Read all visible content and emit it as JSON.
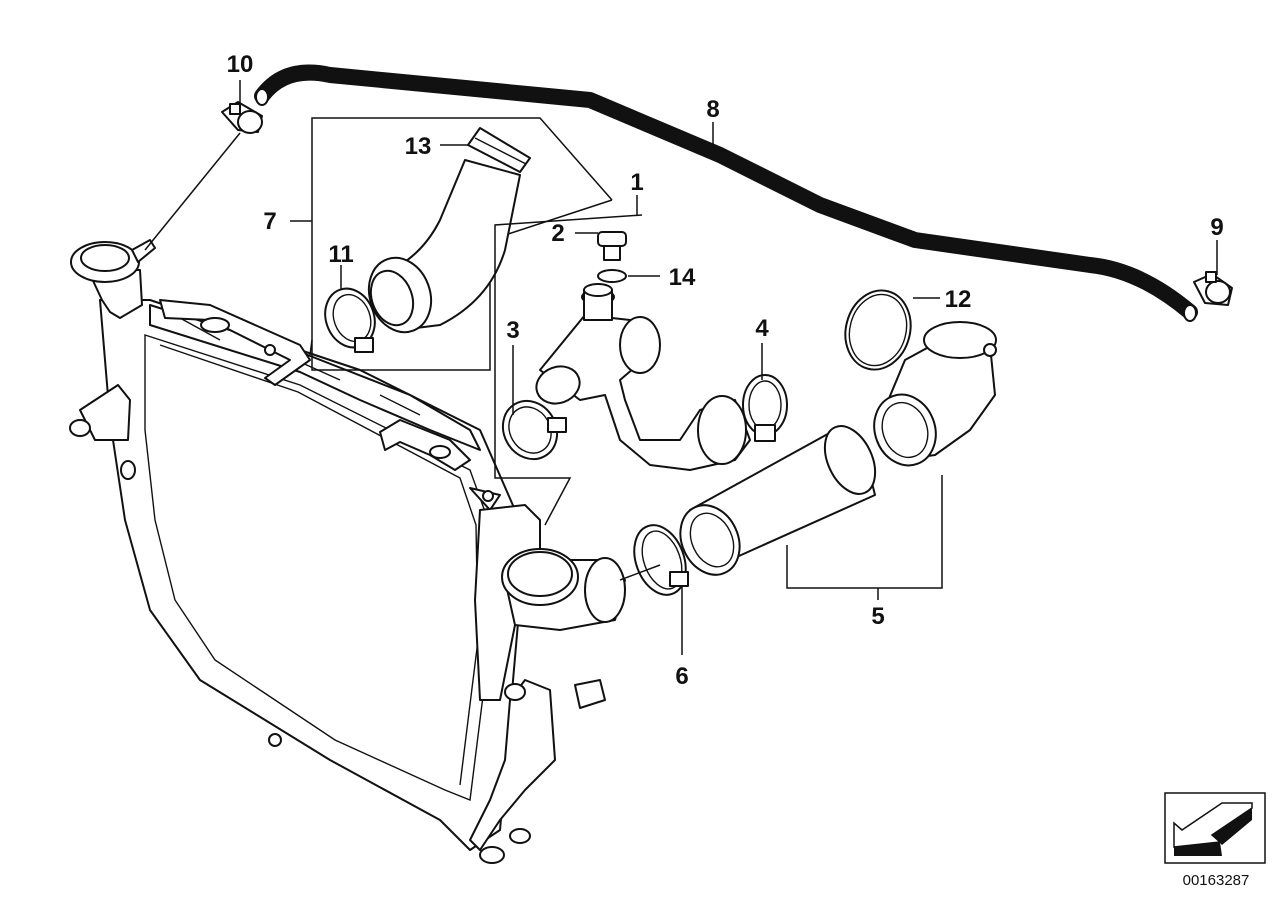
{
  "callouts": {
    "c1": "1",
    "c2": "2",
    "c3": "3",
    "c4": "4",
    "c5": "5",
    "c6": "6",
    "c7": "7",
    "c8": "8",
    "c9": "9",
    "c10": "10",
    "c11": "11",
    "c12": "12",
    "c13": "13",
    "c14": "14"
  },
  "document_number": "00163287",
  "orientation_icon": "front-direction-arrow-icon",
  "colors": {
    "line": "#111111",
    "background": "#ffffff",
    "icon_fill": "#111111"
  }
}
